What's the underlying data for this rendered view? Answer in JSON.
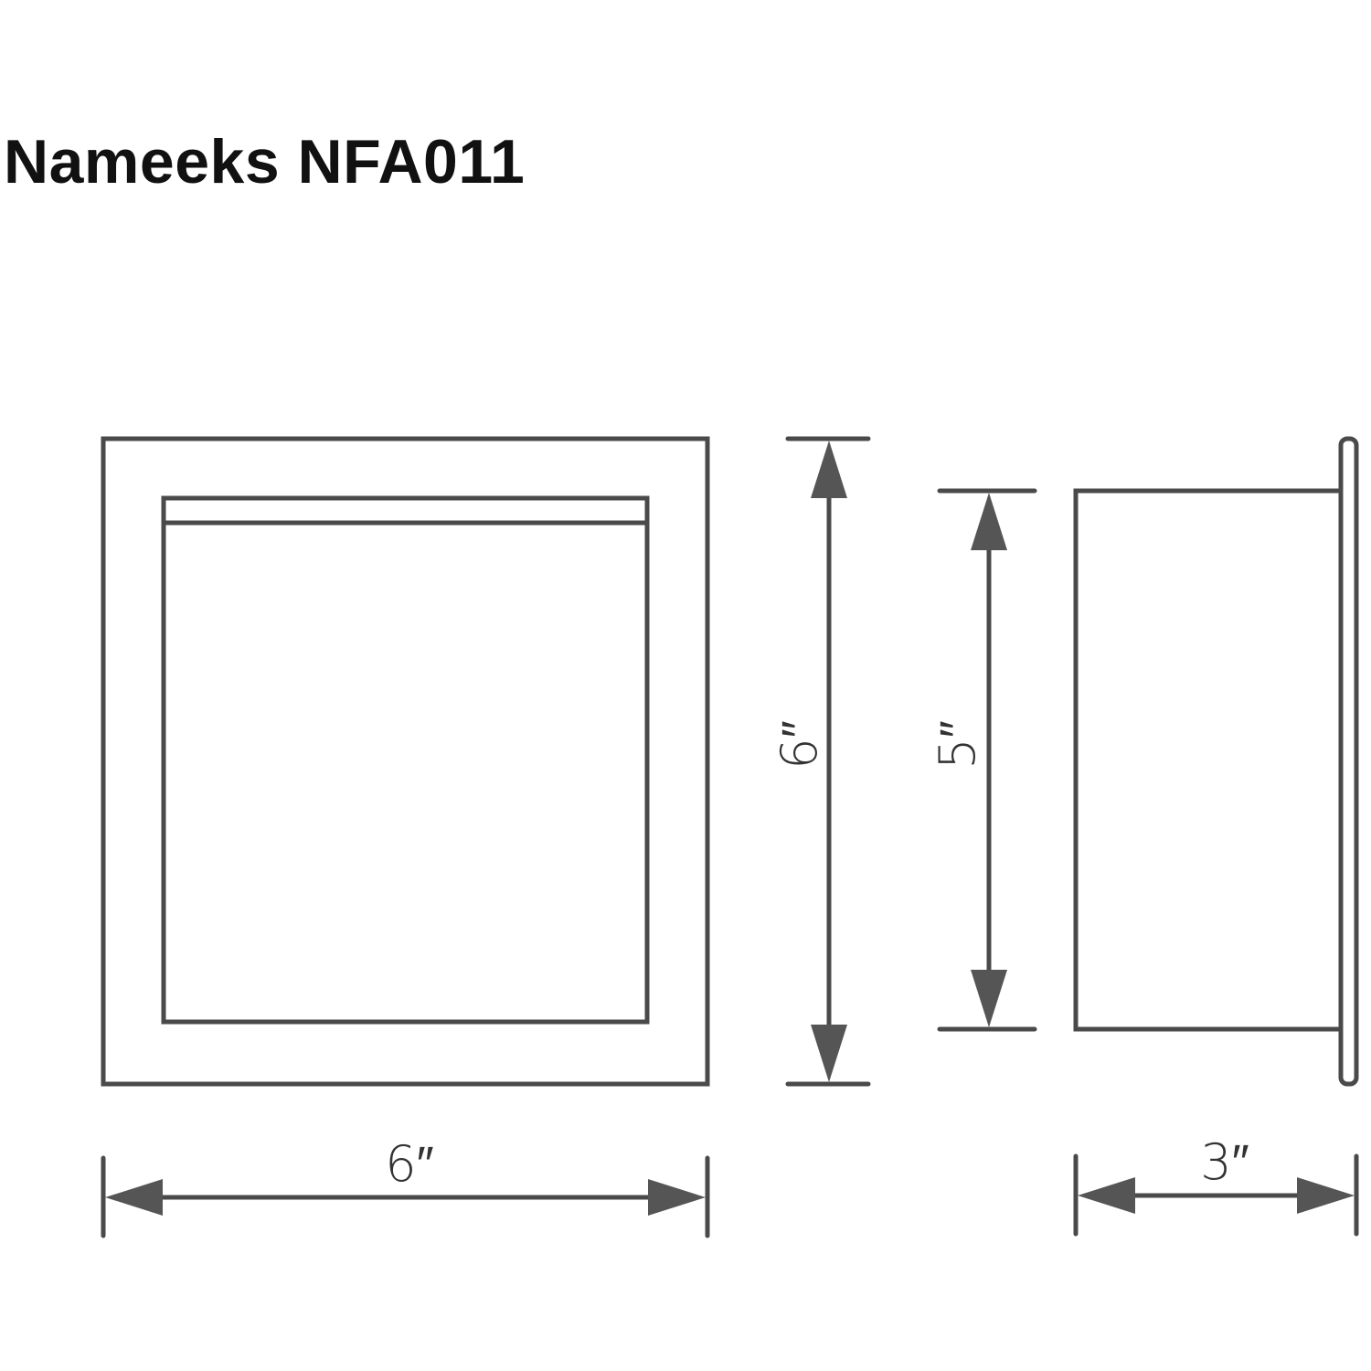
{
  "title": "Nameeks NFA011",
  "dimensions": {
    "front_height": "6″",
    "body_height": "5″",
    "front_width": "6″",
    "depth": "3″"
  },
  "colors": {
    "line": "#4a4a4a",
    "text": "#111111"
  }
}
